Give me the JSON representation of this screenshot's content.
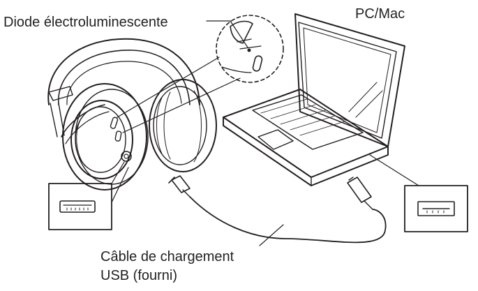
{
  "labels": {
    "led": "Diode électroluminescente",
    "computer": "PC/Mac",
    "cable_line1": "Câble de chargement",
    "cable_line2": "USB (fourni)"
  },
  "colors": {
    "ink": "#231f20",
    "paper": "#ffffff"
  }
}
